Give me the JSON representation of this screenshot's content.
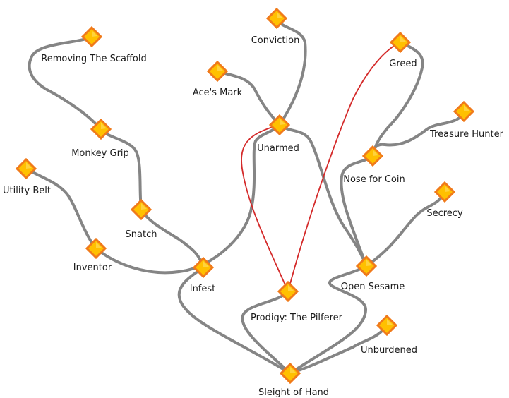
{
  "title": "",
  "colors": {
    "edge": "#858585",
    "highlight": "#d42a2a",
    "node_fill": "#ffc000",
    "node_border": "#f07a1a",
    "text": "#1a1a1a"
  },
  "nodes": [
    {
      "id": "removing-the-scaffold",
      "label": "Removing The Scaffold",
      "icon": "skill-gem-icon"
    },
    {
      "id": "conviction",
      "label": "Conviction",
      "icon": "skill-gem-icon"
    },
    {
      "id": "aces-mark",
      "label": "Ace's Mark",
      "icon": "skill-gem-icon"
    },
    {
      "id": "greed",
      "label": "Greed",
      "icon": "skill-gem-icon"
    },
    {
      "id": "unarmed",
      "label": "Unarmed",
      "icon": "skill-gem-icon"
    },
    {
      "id": "treasure-hunter",
      "label": "Treasure Hunter",
      "icon": "skill-gem-icon"
    },
    {
      "id": "monkey-grip",
      "label": "Monkey Grip",
      "icon": "skill-gem-icon"
    },
    {
      "id": "nose-for-coin",
      "label": "Nose for Coin",
      "icon": "skill-gem-icon"
    },
    {
      "id": "utility-belt",
      "label": "Utility Belt",
      "icon": "skill-gem-icon"
    },
    {
      "id": "secrecy",
      "label": "Secrecy",
      "icon": "skill-gem-icon"
    },
    {
      "id": "snatch",
      "label": "Snatch",
      "icon": "skill-gem-icon"
    },
    {
      "id": "inventor",
      "label": "Inventor",
      "icon": "skill-gem-icon"
    },
    {
      "id": "open-sesame",
      "label": "Open Sesame",
      "icon": "skill-gem-icon"
    },
    {
      "id": "infest",
      "label": "Infest",
      "icon": "skill-gem-icon"
    },
    {
      "id": "prodigy-the-pilferer",
      "label": "Prodigy: The Pilferer",
      "icon": "skill-gem-icon"
    },
    {
      "id": "unburdened",
      "label": "Unburdened",
      "icon": "skill-gem-icon"
    },
    {
      "id": "sleight-of-hand",
      "label": "Sleight of Hand",
      "icon": "skill-gem-icon"
    }
  ],
  "edges": [
    [
      "removing-the-scaffold",
      "monkey-grip"
    ],
    [
      "monkey-grip",
      "snatch"
    ],
    [
      "snatch",
      "infest"
    ],
    [
      "utility-belt",
      "inventor"
    ],
    [
      "inventor",
      "unarmed"
    ],
    [
      "conviction",
      "unarmed"
    ],
    [
      "aces-mark",
      "unarmed"
    ],
    [
      "unarmed",
      "open-sesame"
    ],
    [
      "greed",
      "nose-for-coin"
    ],
    [
      "treasure-hunter",
      "nose-for-coin"
    ],
    [
      "nose-for-coin",
      "open-sesame"
    ],
    [
      "secrecy",
      "open-sesame"
    ],
    [
      "open-sesame",
      "sleight-of-hand"
    ],
    [
      "infest",
      "sleight-of-hand"
    ],
    [
      "prodigy-the-pilferer",
      "sleight-of-hand"
    ],
    [
      "unburdened",
      "sleight-of-hand"
    ]
  ],
  "highlighted_links": [
    [
      "prodigy-the-pilferer",
      "unarmed"
    ],
    [
      "prodigy-the-pilferer",
      "greed"
    ]
  ]
}
